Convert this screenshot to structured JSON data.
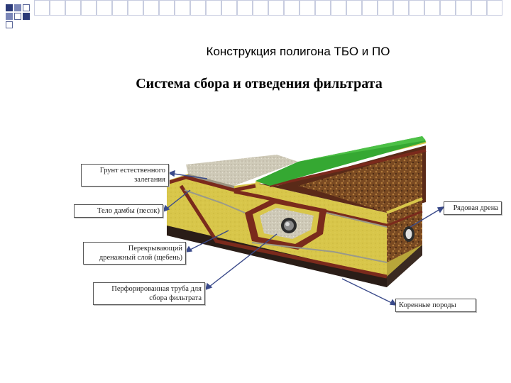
{
  "header": {
    "title": "Конструкция полигона ТБО и ПО",
    "subtitle": "Система сбора и отведения фильтрата"
  },
  "labels": {
    "natural_soil": [
      "Грунт естественного",
      "залегания"
    ],
    "dam_body": "Тело дамбы (песок)",
    "drainage_layer": [
      "Перекрывающий",
      "дренажный слой (щебень)"
    ],
    "perforated_pipe": [
      "Перфорированная труба для",
      "сбора фильтрата"
    ],
    "row_drain": "Рядовая дрена",
    "bedrock": "Коренные породы"
  },
  "colors": {
    "accent": "#2b3a78",
    "sand": "#d8c64a",
    "gravel_band": "#7a2a1c",
    "grass": "#35a832",
    "bedrock": "#3a2a22"
  }
}
